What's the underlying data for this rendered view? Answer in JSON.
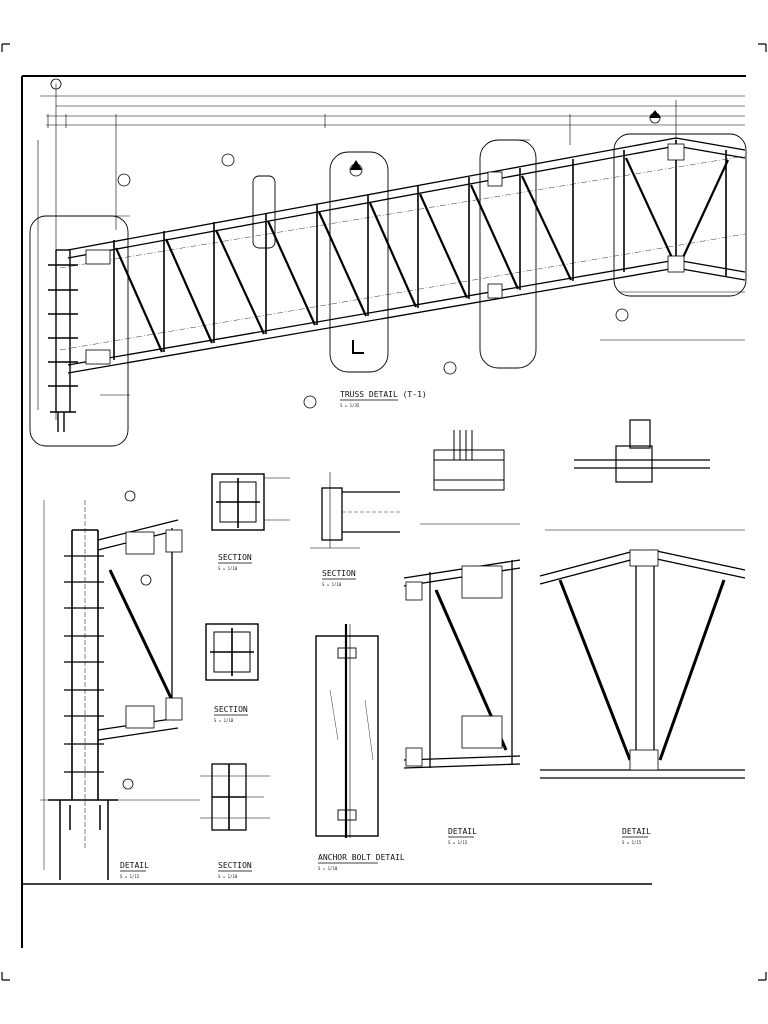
{
  "titles": {
    "truss_detail": "TRUSS DETAIL (T-1)",
    "truss_scale": "S = 1/35",
    "section": "SECTION",
    "detail": "DETAIL",
    "anchor_bolt_detail": "ANCHOR BOLT DETAIL",
    "scale_10": "S = 1/10",
    "scale_15": "S = 1/15"
  }
}
